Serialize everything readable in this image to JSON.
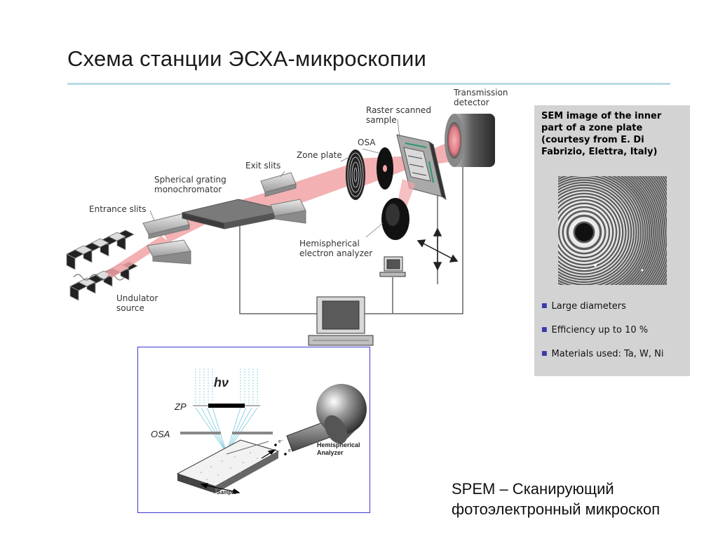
{
  "title": "Схема станции ЭСХА-микроскопии",
  "diagram": {
    "labels": {
      "transmission_detector": "Transmission\ndetector",
      "raster_scanned_sample": "Raster scanned\nsample",
      "osa": "OSA",
      "zone_plate": "Zone plate",
      "exit_slits": "Exit slits",
      "spherical_grating": "Spherical grating\nmonochromator",
      "entrance_slits": "Entrance slits",
      "hemispherical_analyzer": "Hemispherical\nelectron analyzer",
      "undulator_source": "Undulator\nsource"
    }
  },
  "side_panel": {
    "caption": "SEM image of the inner part of a zone plate (courtesy from E. Di Fabrizio, Elettra, Italy)",
    "bullets": [
      "Large diameters",
      "Efficiency up to 10 %",
      "Materials used: Ta, W, Ni"
    ]
  },
  "inset": {
    "hv": "hν",
    "zp": "ZP",
    "osa": "OSA",
    "electron_1": "e⁻",
    "electron_2": "e⁻",
    "analyzer": "Hemispherical\nAnalyzer",
    "sample": "Sample"
  },
  "footer": {
    "caption": "SPEM – Сканирующий\nфотоэлектронный микроскоп"
  },
  "colors": {
    "beam": "#f2a4a8",
    "rule": "#b9dce4",
    "panel": "#d3d3d3",
    "inset_border": "#3a3ad0",
    "inset_beam": "#8fd3e6"
  }
}
